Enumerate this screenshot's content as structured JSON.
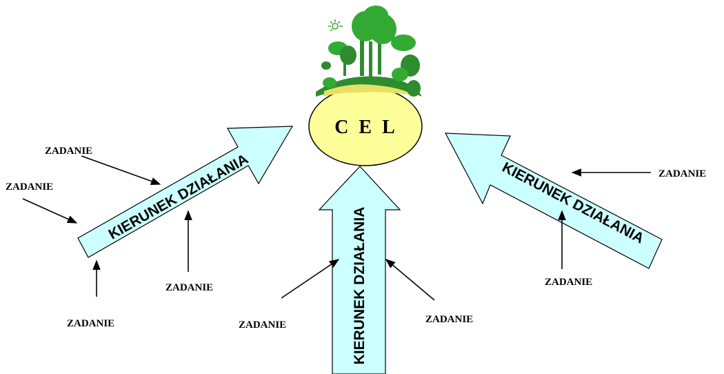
{
  "goal": {
    "label": "C E L",
    "fill_color": "#ffff99"
  },
  "arrows": {
    "left_label": "KIERUNEK DZIAŁANIA",
    "center_label": "KIERUNEK DZIAŁANIA",
    "right_label": "KIERUNEK DZIAŁANIA",
    "fill_color": "#ccffff"
  },
  "tasks": [
    "ZADANIE",
    "ZADANIE",
    "ZADANIE",
    "ZADANIE",
    "ZADANIE",
    "ZADANIE",
    "ZADANIE",
    "ZADANIE"
  ],
  "illustration": {
    "name": "nature-clipart",
    "colors": [
      "#33aa33",
      "#2e8b2e",
      "#ffff99"
    ]
  }
}
